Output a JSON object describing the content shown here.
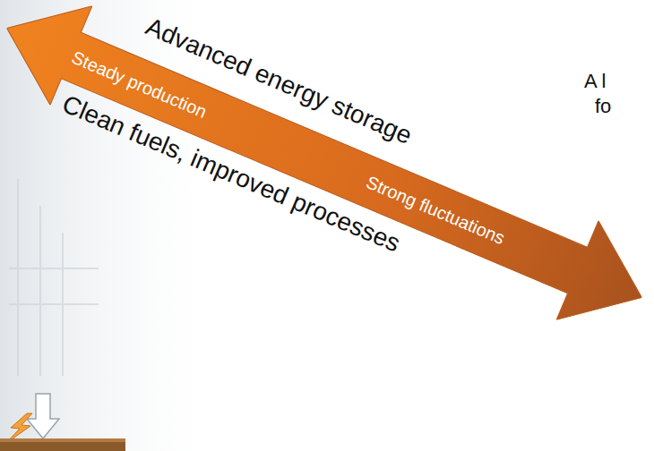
{
  "diagram": {
    "nodes": [
      {
        "text": [
          "Steady production",
          "Strong fluctuations"
        ]
      }
    ],
    "labels": [
      "Advanced energy storage",
      "Clean fuels, improved processes",
      "A l",
      "fo"
    ]
  }
}
